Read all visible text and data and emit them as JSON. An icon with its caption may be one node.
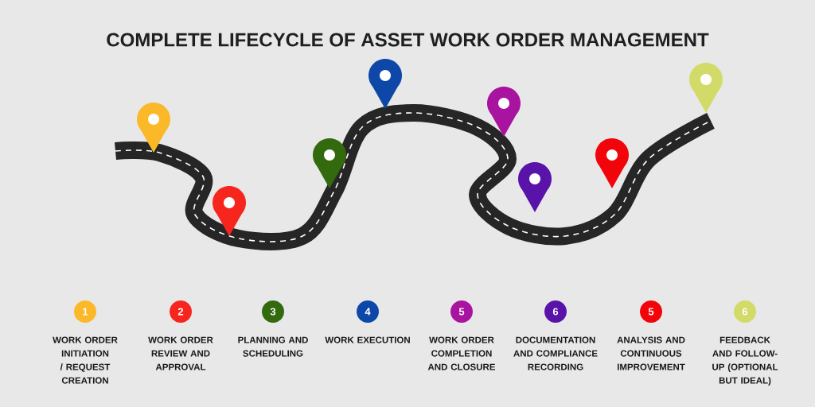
{
  "diagram": {
    "title": "COMPLETE LIFECYCLE OF ASSET WORK ORDER MANAGEMENT",
    "nodes": [
      {
        "text": [
          "1"
        ],
        "beside": [
          "WORK ORDER INITIATION / REQUEST CREATION"
        ]
      },
      {
        "text": [
          "2"
        ],
        "beside": [
          "WORK ORDER REVIEW AND APPROVAL"
        ]
      },
      {
        "text": [
          "3"
        ],
        "beside": [
          "PLANNING AND SCHEDULING"
        ]
      },
      {
        "text": [
          "4"
        ],
        "beside": [
          "WORK EXECUTION"
        ]
      },
      {
        "text": [
          "5"
        ],
        "beside": [
          "WORK ORDER COMPLETION AND CLOSURE"
        ]
      },
      {
        "text": [
          "6"
        ],
        "beside": [
          "DOCUMENTATION AND COMPLIANCE RECORDING"
        ]
      },
      {
        "text": [
          "5"
        ],
        "beside": [
          "ANALYSIS AND CONTINUOUS IMPROVEMENT"
        ]
      },
      {
        "text": [
          "6"
        ],
        "beside": [
          "FEEDBACK AND FOLLOW-UP (OPTIONAL BUT IDEAL)"
        ]
      }
    ]
  }
}
